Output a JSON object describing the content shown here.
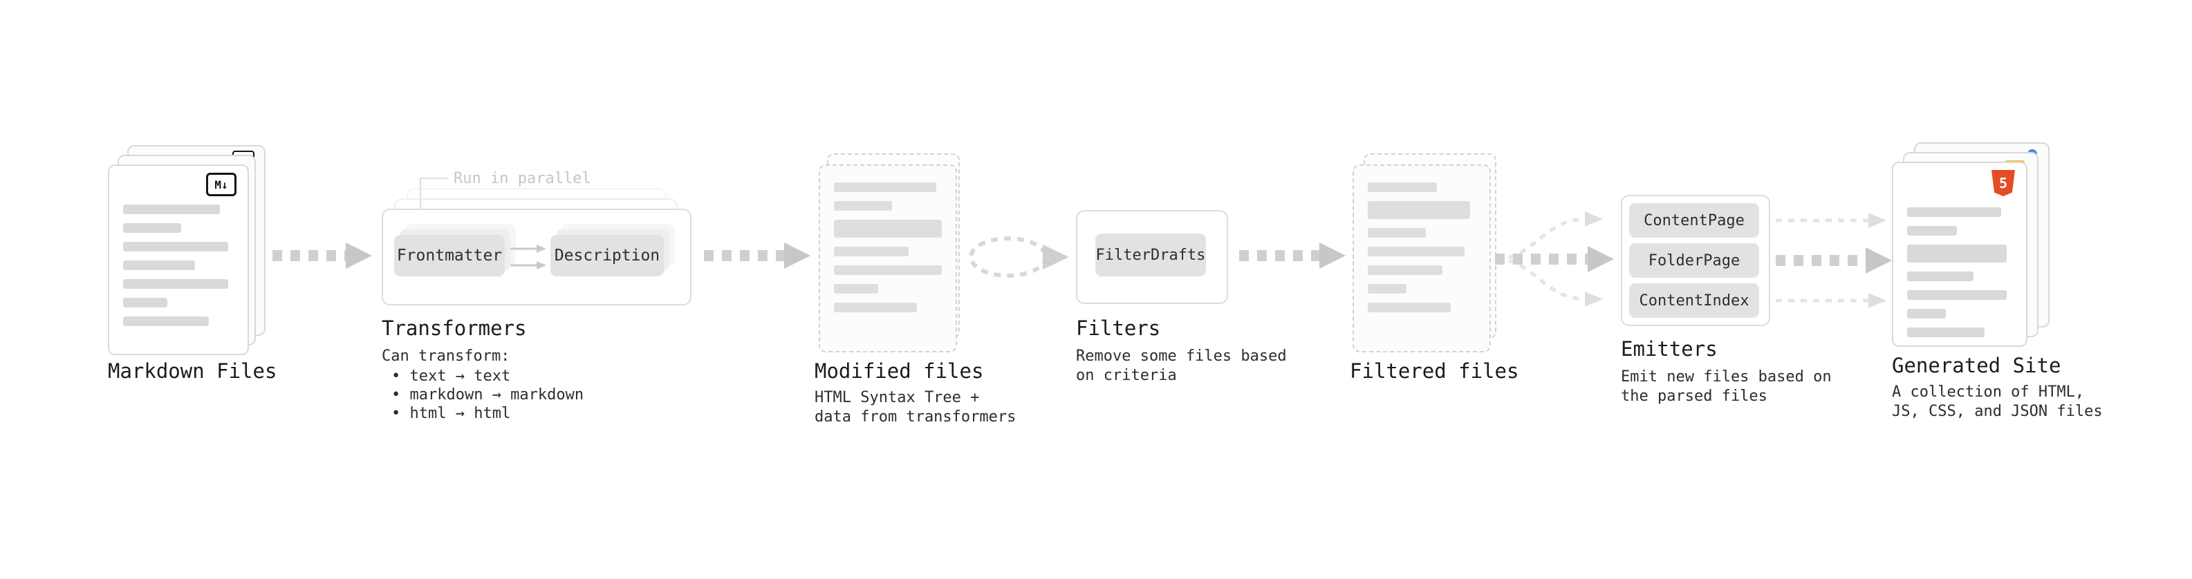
{
  "diagram": {
    "markdown_files": {
      "label": "Markdown Files",
      "icon_glyph": "M↓"
    },
    "transformers": {
      "label": "Transformers",
      "annotation": "Run in parallel",
      "plugin_1": "Frontmatter",
      "plugin_2": "Description",
      "can_transform_title": "Can transform:",
      "bullets": [
        "• text → text",
        "• markdown → markdown",
        "• html → html"
      ]
    },
    "modified_files": {
      "label": "Modified files",
      "description": "HTML Syntax Tree +\ndata from transformers"
    },
    "filters": {
      "label": "Filters",
      "plugin_1": "FilterDrafts",
      "description": "Remove some files based\non criteria"
    },
    "filtered_files": {
      "label": "Filtered files"
    },
    "emitters": {
      "label": "Emitters",
      "plugin_1": "ContentPage",
      "plugin_2": "FolderPage",
      "plugin_3": "ContentIndex",
      "description": "Emit new files based on\nthe parsed files"
    },
    "generated_site": {
      "label": "Generated Site",
      "icon_glyph": "5",
      "description": "A collection of HTML,\nJS, CSS, and JSON files"
    },
    "colors": {
      "arrow_gray": "#c7c7c7",
      "light_arrow": "#e4e4e4",
      "border_gray": "#dcdcdc",
      "bar_gray": "#d9d9d9",
      "muted_text": "#c6c6c6",
      "text": "#1b1b1b",
      "html5_orange": "#e44d26",
      "dot_blue": "#4f86ec",
      "bar_yellow": "#f2c14e"
    }
  }
}
